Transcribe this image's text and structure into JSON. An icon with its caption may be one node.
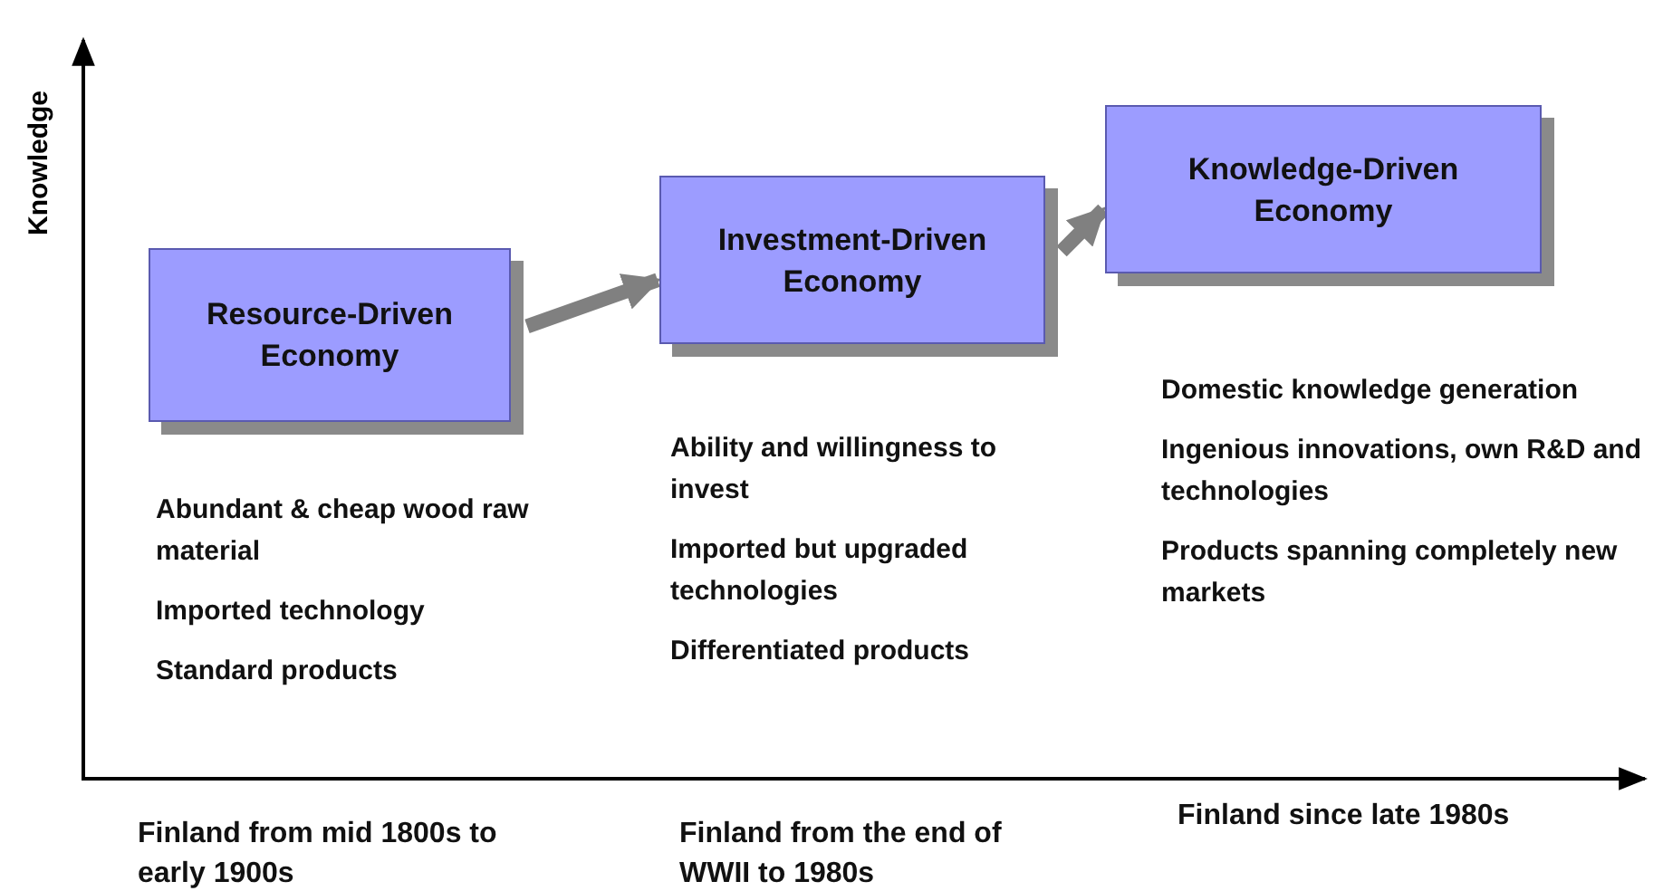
{
  "diagram": {
    "nodes": [
      {
        "text": [
          "Resource-Driven Economy"
        ],
        "beside": [
          "Abundant & cheap wood raw material",
          "Imported technology",
          "Standard products"
        ]
      },
      {
        "text": [
          "Investment-Driven Economy"
        ],
        "beside": [
          "Ability and willingness to invest",
          "Imported but upgraded technologies",
          "Differentiated products"
        ]
      },
      {
        "text": [
          "Knowledge-Driven Economy"
        ],
        "beside": [
          "Domestic knowledge generation",
          "Ingenious innovations, own R&D and technologies",
          "Products spanning completely new markets"
        ]
      }
    ],
    "edges": [
      {
        "from": 0,
        "to": 1,
        "arrow": "to"
      },
      {
        "from": 1,
        "to": 2,
        "arrow": "to"
      }
    ],
    "labels": [
      "Knowledge",
      "Finland from mid 1800s to early 1900s",
      "Finland from the end of WWII to 1980s",
      "Finland since late 1980s"
    ]
  }
}
